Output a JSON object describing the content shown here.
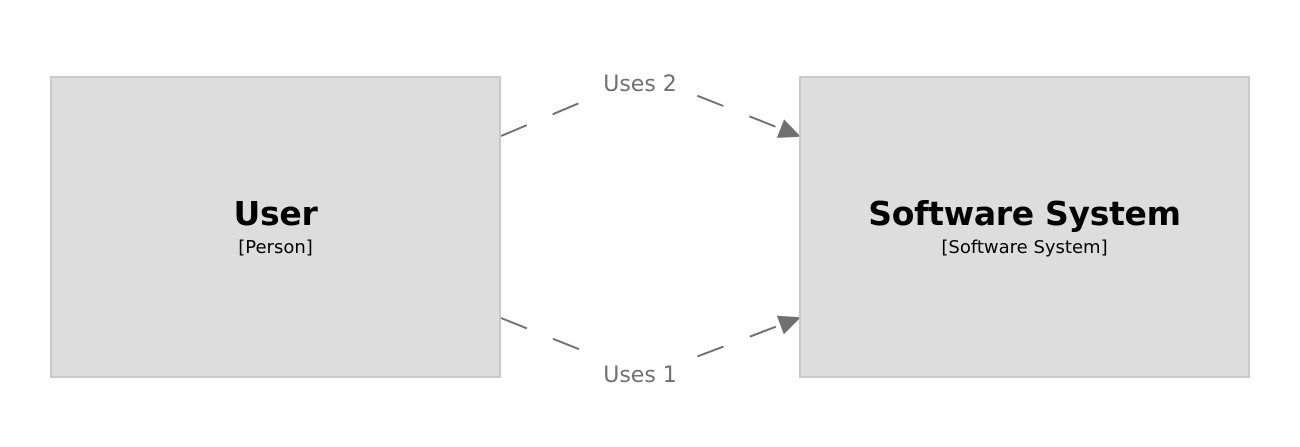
{
  "elements": [
    {
      "id": "user",
      "name": "User",
      "type": "[Person]"
    },
    {
      "id": "software-system",
      "name": "Software System",
      "type": "[Software System]"
    }
  ],
  "relationships": [
    {
      "id": "uses-2",
      "from": "user",
      "to": "software-system",
      "label": "Uses 2"
    },
    {
      "id": "uses-1",
      "from": "user",
      "to": "software-system",
      "label": "Uses 1"
    }
  ],
  "colors": {
    "box_fill": "#dddddd",
    "box_border": "#c9c9c9",
    "edge": "#707070",
    "text": "#000000"
  }
}
